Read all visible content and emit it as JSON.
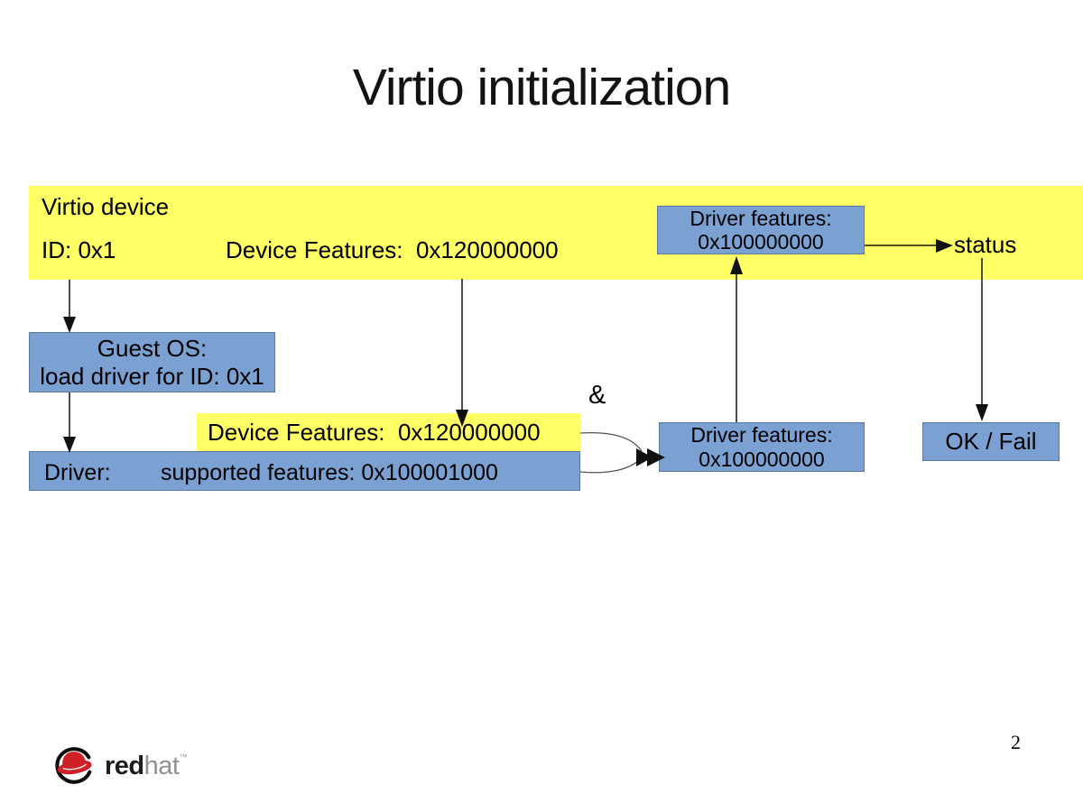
{
  "slide": {
    "title": "Virtio initialization",
    "page_number": "2"
  },
  "device_banner": {
    "title": "Virtio device",
    "id": "ID: 0x1",
    "features": "Device Features:  0x120000000"
  },
  "driver_features_written": {
    "line1": "Driver features:",
    "line2": "0x100000000"
  },
  "status": {
    "label": "status"
  },
  "guest_os": {
    "line1": "Guest OS:",
    "line2": "load driver for ID: 0x1"
  },
  "device_features_copy": {
    "text": "Device Features:  0x120000000"
  },
  "driver_box": {
    "label": "Driver:",
    "supported": "supported features: 0x100001000"
  },
  "and_operator": {
    "symbol": "&"
  },
  "driver_features_result": {
    "line1": "Driver features:",
    "line2": "0x100000000"
  },
  "ok_fail": {
    "label": "OK / Fail"
  },
  "logo": {
    "word_red": "red",
    "word_hat": "hat",
    "trademark": "™"
  },
  "colors": {
    "highlight_yellow": "#ffff66",
    "box_blue": "#7aa1d2",
    "box_blue_border": "#5b7a9d",
    "redhat_red": "#cd2027",
    "arrow_black": "#111111"
  }
}
